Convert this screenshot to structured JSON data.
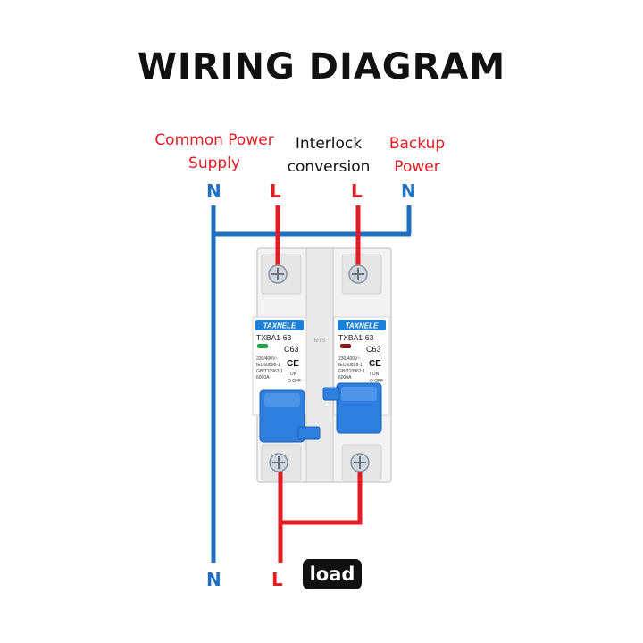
{
  "title": "WIRING DIAGRAM",
  "labels": {
    "common_power": [
      "Common Power",
      "Supply"
    ],
    "interlock": [
      "Interlock",
      "conversion"
    ],
    "backup_power": [
      "Backup",
      "Power"
    ]
  },
  "terminals": {
    "top_n_left": "N",
    "top_l_left": "L",
    "top_l_right": "L",
    "top_n_right": "N",
    "bottom_n": "N",
    "bottom_l": "L",
    "load": "load"
  },
  "device": {
    "brand_left": "TAXNELE",
    "brand_right": "TAXNELE",
    "model_left": "TXBA1-63",
    "model_right": "TXBA1-63",
    "rating_left": "C63",
    "rating_right": "C63",
    "center_mark": "MTS",
    "spec_left": [
      "230/400V~",
      "IEC60898-1",
      "GB/T10963.1",
      "6000A"
    ],
    "spec_right": [
      "230/400V~",
      "IEC60898-1",
      "GB/T10963.1",
      "6000A"
    ],
    "ce_mark": "CE",
    "on_label": "I ON",
    "off_label": "O OFF"
  },
  "colors": {
    "neutral_wire": "#1f6fc0",
    "live_wire": "#e31b23",
    "handle": "#2f7fe0",
    "brand_badge": "#1d7fd6"
  }
}
